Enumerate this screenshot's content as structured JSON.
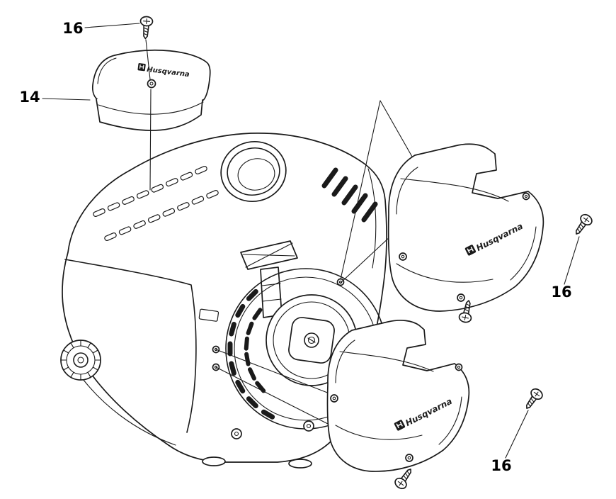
{
  "diagram": {
    "brand_logo_text": "Husqvarna",
    "callouts": {
      "top_screw": "16",
      "air_filter_cover": "14",
      "right_screw": "16",
      "bottom_screw": "16"
    },
    "colors": {
      "background": "#ffffff",
      "line": "#1a1a1a",
      "label": "#000000"
    }
  }
}
